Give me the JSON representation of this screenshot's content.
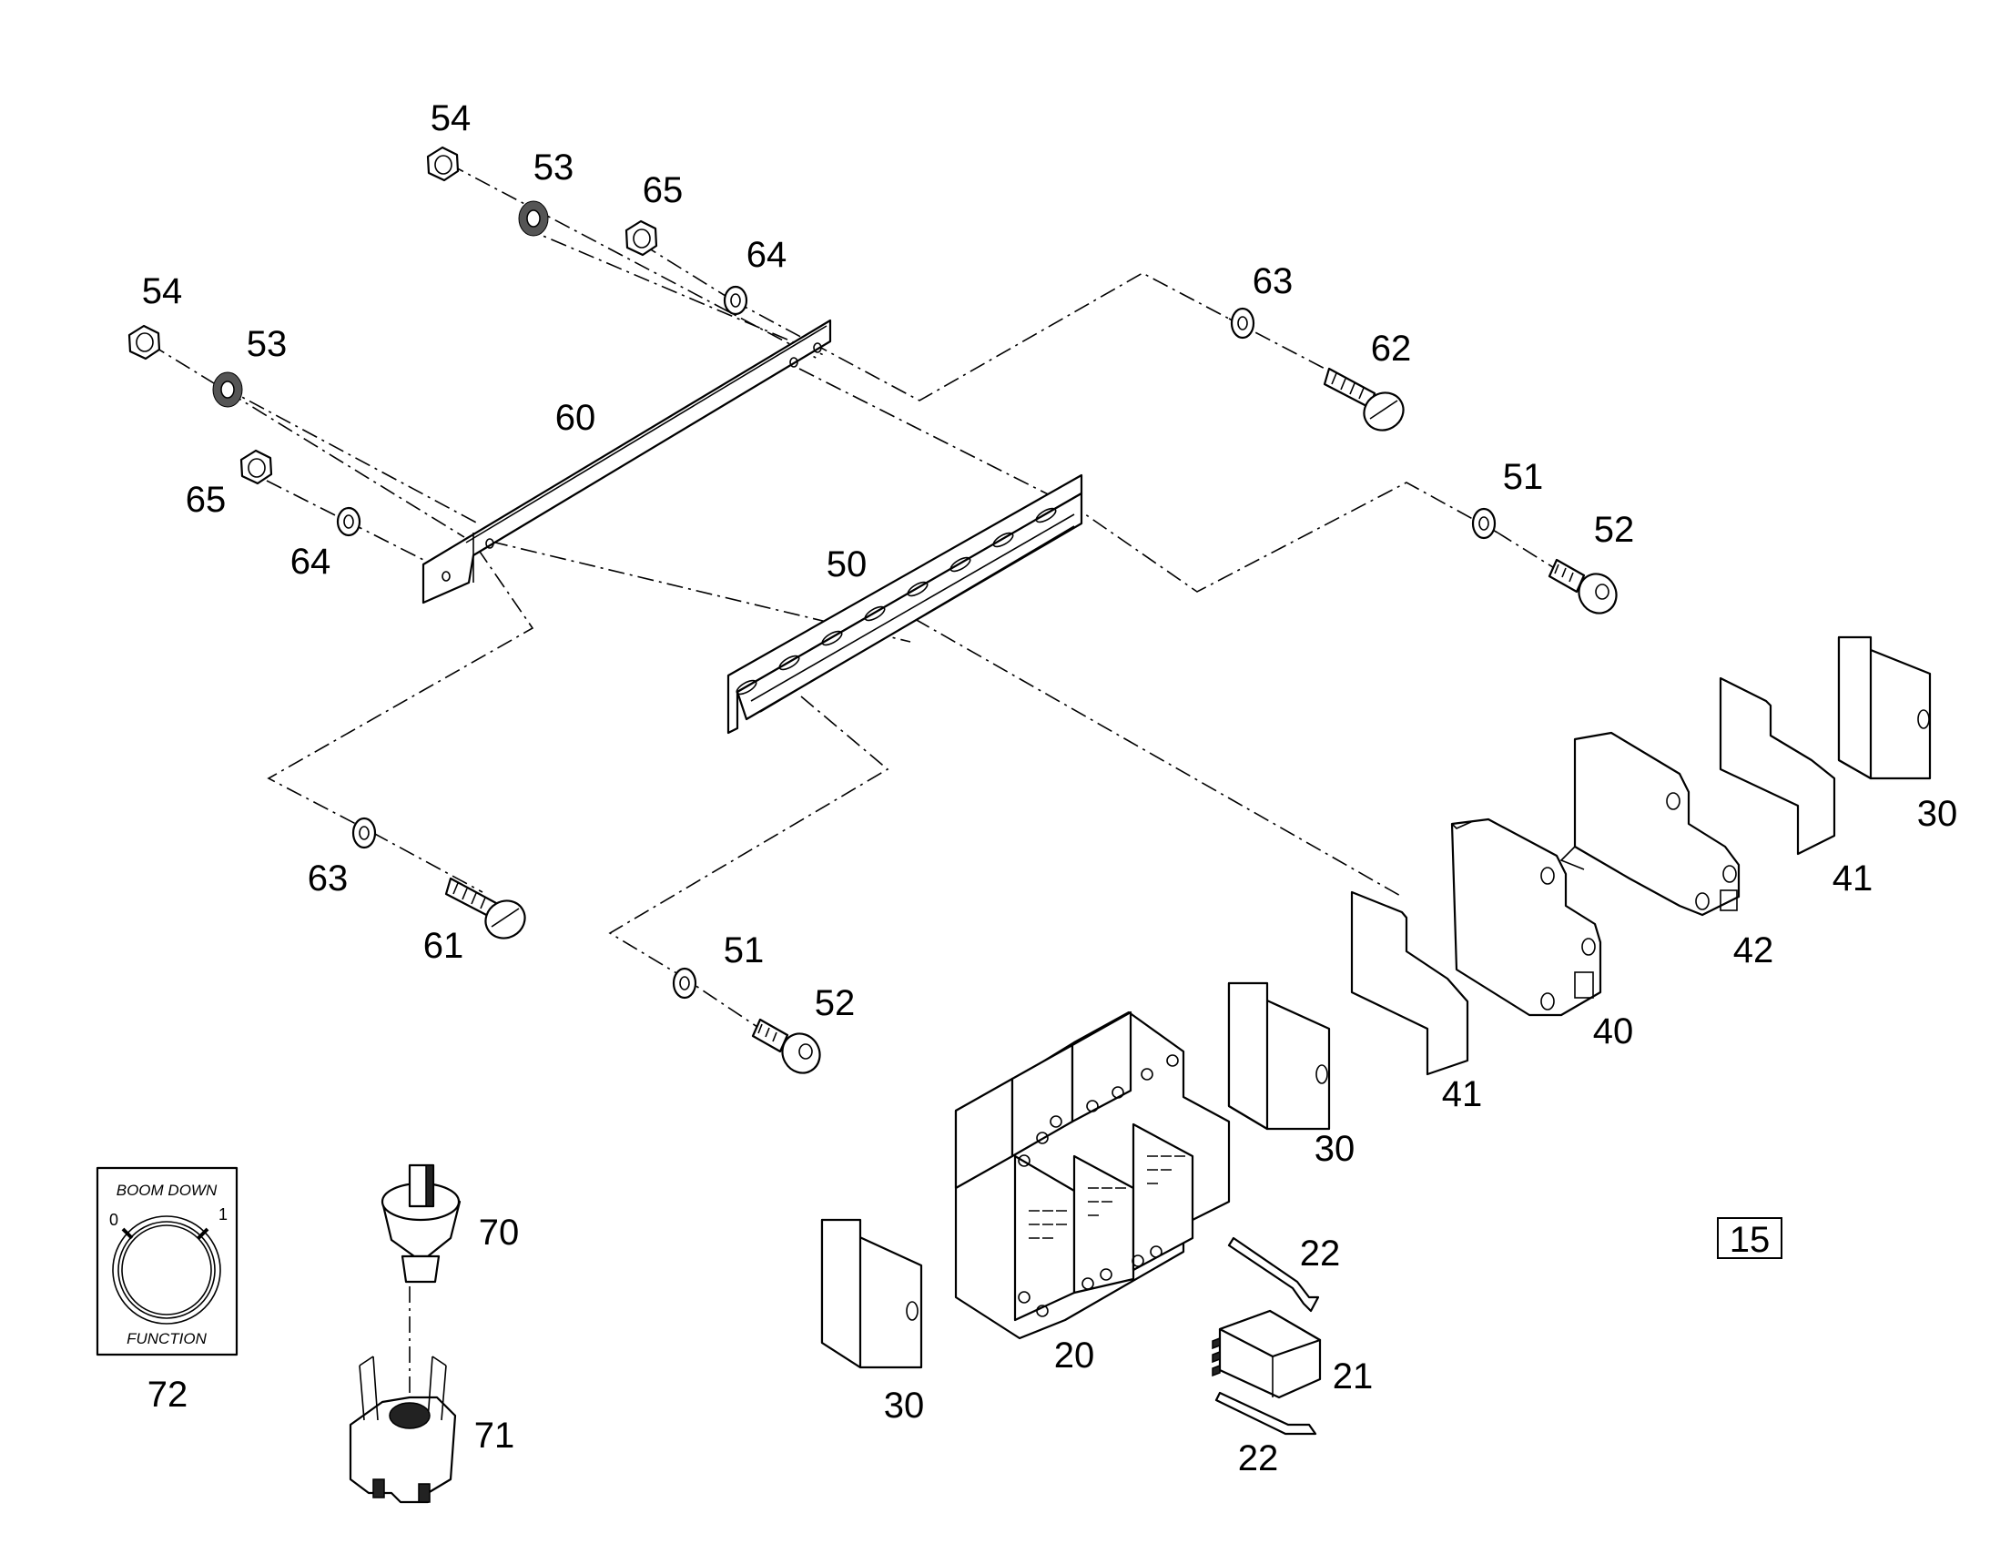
{
  "callouts": {
    "c54a": "54",
    "c53a": "53",
    "c65a": "65",
    "c64a": "64",
    "c54b": "54",
    "c53b": "53",
    "c65b": "65",
    "c64b": "64",
    "c60": "60",
    "c50": "50",
    "c63a": "63",
    "c62": "62",
    "c51a": "51",
    "c52a": "52",
    "c63b": "63",
    "c61": "61",
    "c51b": "51",
    "c52b": "52",
    "c30a": "30",
    "c41a": "41",
    "c42": "42",
    "c40": "40",
    "c41b": "41",
    "c30b": "30",
    "c30c": "30",
    "c20": "20",
    "c21": "21",
    "c22a": "22",
    "c22b": "22",
    "c70": "70",
    "c71": "71",
    "c72": "72"
  },
  "plate": {
    "top": "BOOM DOWN",
    "bottom": "FUNCTION",
    "left_mark": "0",
    "right_mark": "1"
  },
  "page_ref": "15"
}
